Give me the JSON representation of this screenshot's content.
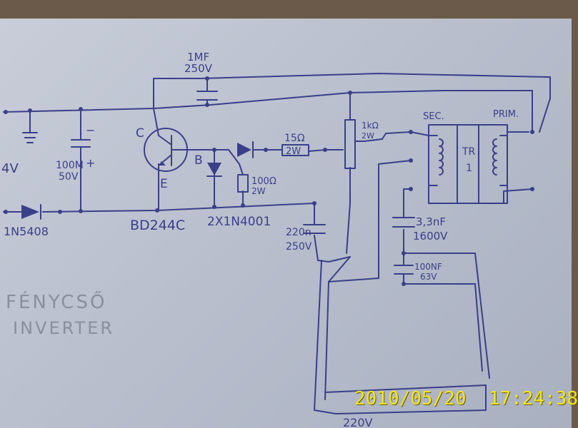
{
  "diagram": {
    "labels": {
      "cap_1uf": "1MF",
      "cap_1uf_v": "250V",
      "supply_v": "4V",
      "cap_100u": "100M",
      "cap_100u_v": "50V",
      "plus": "+",
      "minus": "−",
      "transistor_c": "C",
      "transistor_b": "B",
      "transistor_e": "E",
      "transistor_name": "BD244C",
      "res_15": "15Ω",
      "res_15_w": "2W",
      "res_100": "100Ω",
      "res_100_w": "2W",
      "diodes": "2X1N4001",
      "diode_in": "1N5408",
      "pot_1k": "1kΩ",
      "pot_1k_w": "2W",
      "cap_220n": "220n",
      "cap_220n_v": "250V",
      "sec": "SEC.",
      "prim": "PRIM.",
      "tr": "TR",
      "tr_num": "1",
      "cap_33n": "3,3nF",
      "cap_33n_v": "1600V",
      "cap_100nf": "100NF",
      "cap_100nf_v": "63V",
      "tube_v": "220V"
    },
    "title_line1": "FÉNYCSŐ",
    "title_line2": "INVERTER"
  },
  "timestamp": "2010/05/20  17:24:38"
}
